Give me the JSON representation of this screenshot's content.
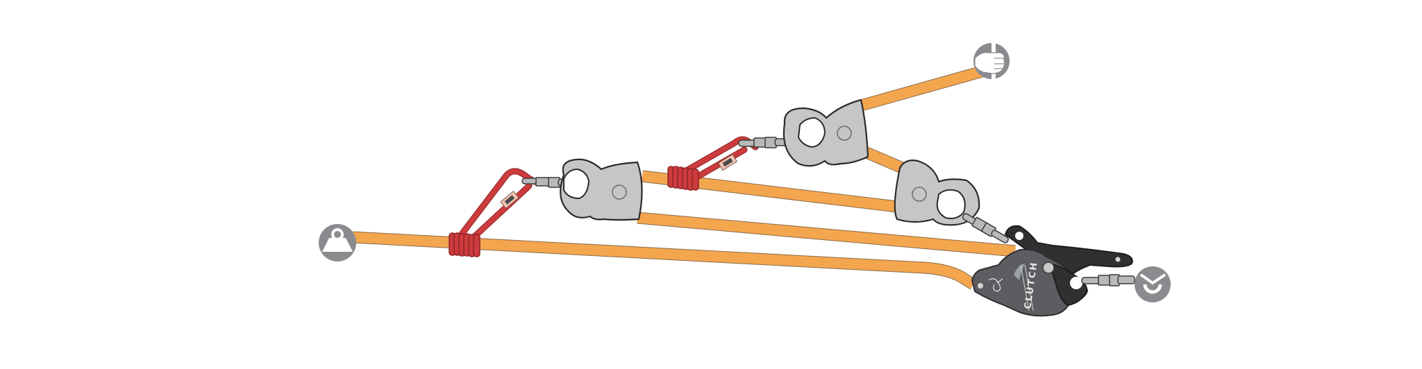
{
  "diagram": {
    "type": "rope-rigging-illustration",
    "description": "Mechanical advantage haul system with two progress-capture pulleys, two red prusik slings, and a CLUTCH device anchored at right",
    "colors": {
      "rope": "#f4a64f",
      "sling": "#cc3b3d",
      "pulley": "#c6c6c8",
      "device": "#5b5d60",
      "lever": "#2f3032",
      "icon": "#8a8b8e",
      "background": "#ffffff"
    },
    "icons": {
      "load": {
        "semantic": "weight-icon",
        "label": "Load"
      },
      "haul": {
        "semantic": "hand-grip-icon",
        "label": "Hauling hand"
      },
      "anchor": {
        "semantic": "anchor-icon",
        "label": "Anchor"
      }
    },
    "device": {
      "brand_label": "CLUTCH",
      "part": "descender / belay device with handle"
    },
    "components": [
      {
        "id": "pulley-1",
        "kind": "pulley"
      },
      {
        "id": "pulley-2",
        "kind": "pulley"
      },
      {
        "id": "pulley-3",
        "kind": "pulley"
      },
      {
        "id": "prusik-1",
        "kind": "friction-hitch-sling"
      },
      {
        "id": "prusik-2",
        "kind": "friction-hitch-sling"
      },
      {
        "id": "carabiner-1",
        "kind": "connector"
      },
      {
        "id": "carabiner-2",
        "kind": "connector"
      },
      {
        "id": "carabiner-3",
        "kind": "connector"
      },
      {
        "id": "carabiner-4",
        "kind": "connector"
      }
    ]
  }
}
